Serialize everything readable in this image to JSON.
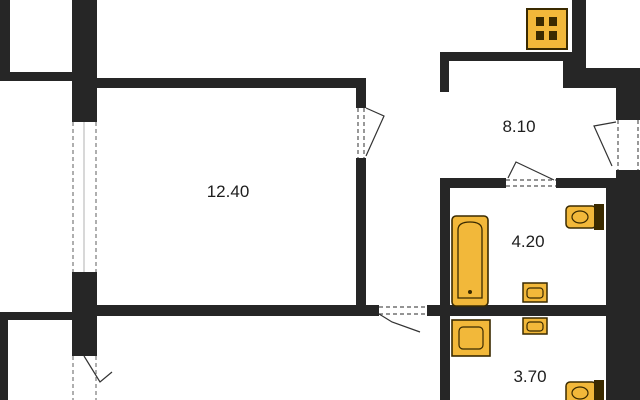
{
  "rooms": [
    {
      "id": "room-1",
      "area": "12.40"
    },
    {
      "id": "room-2",
      "area": "8.10"
    },
    {
      "id": "room-3",
      "area": "4.20"
    },
    {
      "id": "room-4",
      "area": "3.70"
    }
  ],
  "colors": {
    "wall": "#262626",
    "fixture_fill": "#f2b83a",
    "fixture_stroke": "#3a2a00",
    "door_line": "#555555",
    "window_line": "#7a7a7a",
    "background": "#ffffff"
  },
  "icons": [
    "stove-icon",
    "bathtub-icon",
    "sink-icon",
    "washbasin-icon",
    "toilet-icon"
  ]
}
